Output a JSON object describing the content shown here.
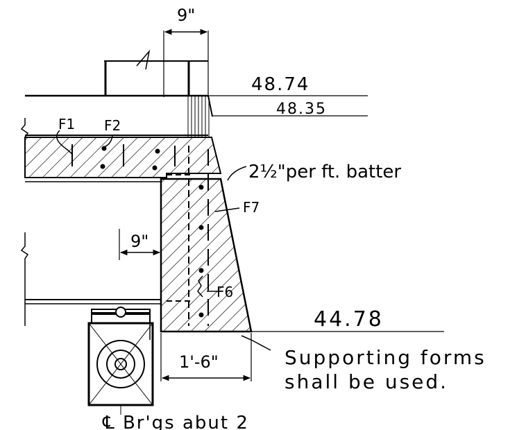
{
  "dimensions": {
    "top_width": "9\"",
    "side_offset": "9\"",
    "base_width": "1'-6\""
  },
  "elevations": {
    "top_upper": "48.74",
    "top_lower": "48.35",
    "bottom": "44.78"
  },
  "labels": {
    "f1": "F1",
    "f2": "F2",
    "f6": "F6",
    "f7": "F7",
    "batter": "2½\"per ft. batter",
    "note_line1": "Supporting forms",
    "note_line2": "shall be used.",
    "caption": "℄ Br'gs abut 2"
  }
}
